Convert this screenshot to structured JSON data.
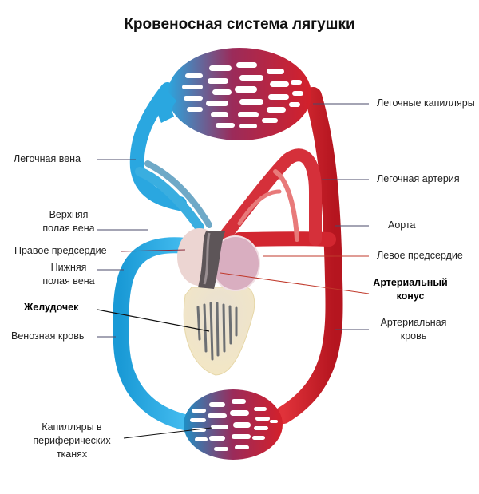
{
  "title": "Кровеносная система лягушки",
  "colors": {
    "venous": "#2aa7e0",
    "arterial": "#d4202a",
    "mixed": "#9b2b5a",
    "heart_ventricle": "#f2e6c4",
    "atrium": "#e8c7c9",
    "leader_line": "#4a4a6a"
  },
  "labels": {
    "pulmonary_capillaries": "Легочные капилляры",
    "pulmonary_vein": "Легочная вена",
    "pulmonary_artery": "Легочная артерия",
    "superior_vena_cava": [
      "Верхняя",
      "полая вена"
    ],
    "aorta": "Аорта",
    "right_atrium": "Правое предсердие",
    "left_atrium": "Левое предсердие",
    "inferior_vena_cava": [
      "Нижняя",
      "полая вена"
    ],
    "arterial_cone": [
      "Артериальный",
      "конус"
    ],
    "ventricle": "Желудочек",
    "venous_blood": "Венозная кровь",
    "arterial_blood": [
      "Артериальная",
      "кровь"
    ],
    "peripheral_capillaries": [
      "Капилляры в",
      "периферических",
      "тканях"
    ]
  }
}
